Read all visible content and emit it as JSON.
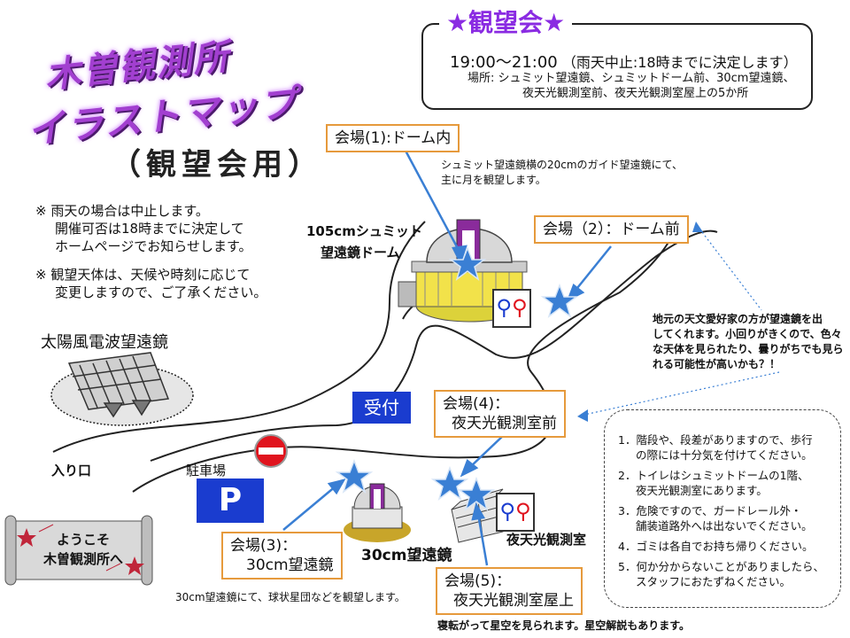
{
  "title": {
    "line1": "木曽観測所",
    "line2": "イラストマップ",
    "subtitle": "（観望会用）"
  },
  "notes": {
    "rain_line1": "※ 雨天の場合は中止します。",
    "rain_line2": "開催可否は18時までに決定して",
    "rain_line3": "ホームページでお知らせします。",
    "objects_line1": "※ 観望天体は、天候や時刻に応じて",
    "objects_line2": "変更しますので、ご了承ください。"
  },
  "event": {
    "title": "★観望会★",
    "time": "19:00～21:00",
    "time_note": "（雨天中止:18時までに決定します）",
    "place_line1": "場所: シュミット望遠鏡、シュミットドーム前、30cm望遠鏡、",
    "place_line2": "夜天光観測室前、夜天光観測室屋上の5か所"
  },
  "venues": {
    "v1": "会場(1):ドーム内",
    "v1_desc_line1": "シュミット望遠鏡横の20cmのガイド望遠鏡にて、",
    "v1_desc_line2": "主に月を観望します。",
    "v2": "会場（2）：ドーム前",
    "v2_desc_line1": "地元の天文愛好家の方が望遠鏡を出",
    "v2_desc_line2": "してくれます。小回りがきくので、色々",
    "v2_desc_line3": "な天体を見られたり、曇りがちでも見ら",
    "v2_desc_line4": "れる可能性が高いかも？！",
    "v3_line1": "会場(3)：",
    "v3_line2": "30cm望遠鏡",
    "v3_desc": "30cm望遠鏡にて、球状星団などを観望します。",
    "v4_line1": "会場(4)：",
    "v4_line2": "夜天光観測室前",
    "v5_line1": "会場(5)：",
    "v5_line2": "夜天光観測室屋上",
    "v5_desc": "寝転がって星空を見られます。星空解説もあります。"
  },
  "labels": {
    "schmidt_line1": "105cmシュミット",
    "schmidt_line2": "望遠鏡ドーム",
    "solar_radio": "太陽風電波望遠鏡",
    "entrance": "入り口",
    "parking_label": "駐車場",
    "parking_sign": "P",
    "reception": "受付",
    "telescope_30": "30cm望遠鏡",
    "night_sky_room": "夜天光観測室",
    "welcome_line1": "ようこそ",
    "welcome_line2": "木曽観測所へ"
  },
  "rules": {
    "r1_line1": "1．階段や、段差がありますので、歩行",
    "r1_line2": "の際には十分気を付けてください。",
    "r2_line1": "2．トイレはシュミットドームの1階、",
    "r2_line2": "夜天光観測室にあります。",
    "r3_line1": "3．危険ですので、ガードレール外・",
    "r3_line2": "舗装道路外へは出ないでください。",
    "r4_line1": "4．ゴミは各自でお持ち帰りください。",
    "r5_line1": "5．何か分からないことがありましたら、",
    "r5_line2": "スタッフにおたずねください。"
  },
  "colors": {
    "title_purple": "#a23fd0",
    "venue_border": "#e69a3c",
    "sign_blue": "#1a3ccf",
    "star_blue": "#3a7fd4",
    "dome_yellow": "#f2e24a",
    "no_entry_red": "#e0141e"
  },
  "icons": {
    "toilet": "toilet-icon",
    "no_entry": "no-entry-icon",
    "star": "star-icon"
  }
}
